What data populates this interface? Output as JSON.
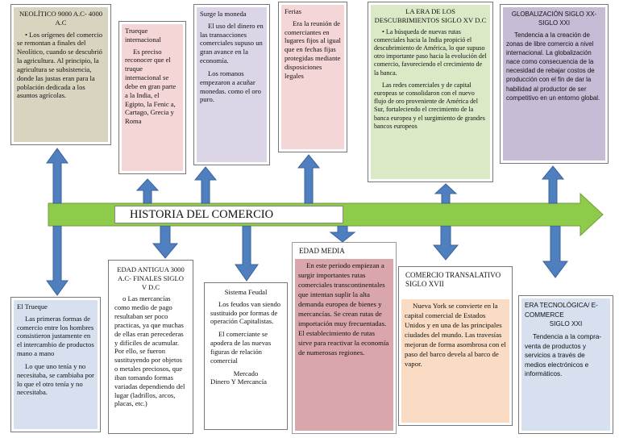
{
  "title": "HISTORIA DEL COMERCIO",
  "colors": {
    "axis": "#8fcb4a",
    "arrow": "#4f7fbf",
    "tan": "#d9d4c0",
    "lavender": "#dcd5e7",
    "pink": "#f5d6d6",
    "green": "#dce9c7",
    "purple": "#c6bcd6",
    "blue": "#d6e0ef",
    "rose": "#d9a6ab",
    "peach": "#f9dcc3"
  },
  "top": {
    "neolitico": {
      "heading": "NEOLÍTICO 9000 A.C- 4000 A.C",
      "body": "• Los orígenes del comercio se remontan a finales del Neolítico, cuando se descubrió la agricultura. Al principio, la agricultura se subsistencia, donde las justas eran para la población dedicada a los asuntos agrícolas."
    },
    "trueque_int": {
      "heading": "Trueque internacional",
      "body": "Es preciso reconocer que el truque internacional se debe en gran parte a la India, el Egipto, la Fenic a, Cartago, Grecia y Roma"
    },
    "moneda": {
      "heading": "Surge la moneda",
      "p1": "El uso del dinero en las transacciones comerciales supuso un gran avance en la economía.",
      "p2": "Los romanos empezaron a acuñar monedas. como el oro puro."
    },
    "ferias": {
      "heading": "Ferias",
      "body": "Era la reunión de comerciantes en lugares fijos al igual que en fechas fijas protegidas mediante disposiciones legales"
    },
    "descubrimientos": {
      "heading": "LA ERA DE LOS DESCUBRIMIENTOS SIGLO XV D.C",
      "p1": "• La búsqueda de nuevas rutas comerciales hacia la India propició el descubrimiento de América, lo que supuso otro importante paso hacia la evolución del comercio, favoreciendo el crecimiento de la banca.",
      "p2": "Las redes comerciales y de capital europeas se consolidaron con el nuevo flujo de oro proveniente de América del Sur, fortaleciendo el crecimiento de la banca europea y el surgimiento de grandes bancos europeos"
    },
    "globalizacion": {
      "heading": "GLOBALIZACIÓN SIGLO XX- SIGLO XXI",
      "body": "Tendencia a la creación de zonas de libre comercio a nivel internacional. La globalización nace como consecuencia de la necesidad de rebajar costos de producción con el fin de dar la habilidad al productor de ser competitivo en un entorno global."
    }
  },
  "bottom": {
    "trueque": {
      "heading": "El Trueque",
      "p1": "Las primeras formas de comercio entre los hombres consistieron justamente en el intercambio de productos mano a mano",
      "p2": "Lo que uno tenía y no necesitaba, se cambiaba por lo que el otro tenía y no necesitaba."
    },
    "antigua": {
      "heading": "EDAD ANTIGUA 3000 A.C- FINALES SIGLO V D.C",
      "body": "o Las mercancías como medio de pago resultaban ser poco practicas, ya que muchas de ellas eran perecederas y difíciles de acumular. Por ello, se fueron sustituyendo por objetos o metales preciosos, que iban tomando formas variadas dependiendo del lugar (ladrillos, arcos, placas, etc.)"
    },
    "feudal": {
      "heading": "Sistema Feudal",
      "p1": "Los feudos van siendo sustituido por formas de operación Capitalistas.",
      "p2": "El comerciante se apodera de las nuevas figuras de relación comercial",
      "p3": "Mercado",
      "p4": "Dinero Y Mercancía"
    },
    "media": {
      "heading": "EDAD MEDIA",
      "body": "En este periodo empiezan a surgir importantes rutas comerciales transcontinentales que intentan suplir la alta demanda europea de bienes y mercancías. Se crean rutas de importación muy frecuentadas. El establecimiento de rutas sirve para reactivar la economía de numerosas regiones."
    },
    "transatlantico": {
      "heading": "COMERCIO TRANSALATIVO SIGLO XVII",
      "body": "Nueva York se convierte en la capital comercial de Estados Unidos y en una de las principales ciudades del mundo. Las travesías mejoran de forma asombrosa con el paso del barco devela al barco de vapor."
    },
    "tecnologica": {
      "heading": "ERA TECNOLÓGICA/ E-COMMERCE",
      "sub": "SIGLO XXI",
      "body": "Tendencia a la compra-venta de productos y servicios a través de medios electrónicos e informáticos."
    }
  }
}
